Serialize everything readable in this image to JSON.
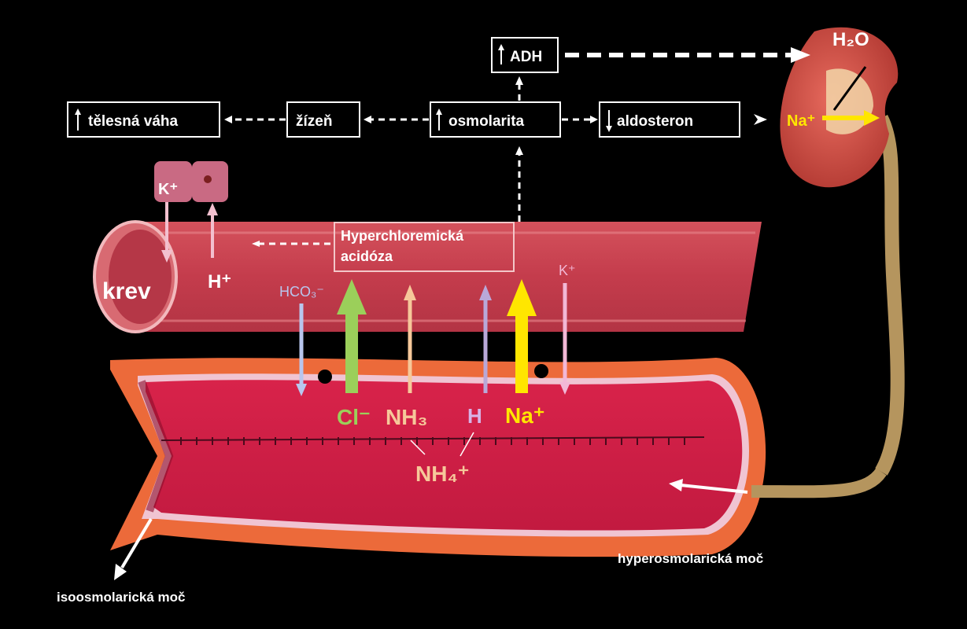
{
  "boxes": {
    "adh": "ADH",
    "osmolarita": "osmolarita",
    "aldosteron": "aldosteron",
    "zizen": "žízeň",
    "telesna_vaha": "tělesná váha",
    "hyperchloremic_line1": "Hyperchloremická",
    "hyperchloremic_line2": "acidóza"
  },
  "kidney": {
    "water": "H₂O",
    "sodium": "Na⁺"
  },
  "blood": {
    "label": "krev",
    "potassium_cell": "K⁺",
    "proton_cell": "H⁺",
    "bicarbonate": "HCO₃⁻",
    "potassium": "K⁺"
  },
  "tubule": {
    "chloride": "Cl⁻",
    "ammonia": "NH₃",
    "proton": "H",
    "sodium": "Na⁺",
    "ammonium": "NH₄⁺"
  },
  "outputs": {
    "hyperosmolar": "hyperosmolarická moč",
    "isoosmolar": "isoosmolarická moč"
  },
  "colors": {
    "background": "#000000",
    "blood_vessel": "#c8424e",
    "tubule": "#cf1f45",
    "tubule_border": "#ef6b3a",
    "chloride": "#9bcf5a",
    "ammonia": "#f6c89a",
    "proton": "#b9a8d8",
    "sodium": "#ffe600",
    "potassium": "#f2b8d6",
    "bicarbonate": "#b8c6ee",
    "kidney": "#c9453a",
    "ureter": "#b5955e"
  }
}
